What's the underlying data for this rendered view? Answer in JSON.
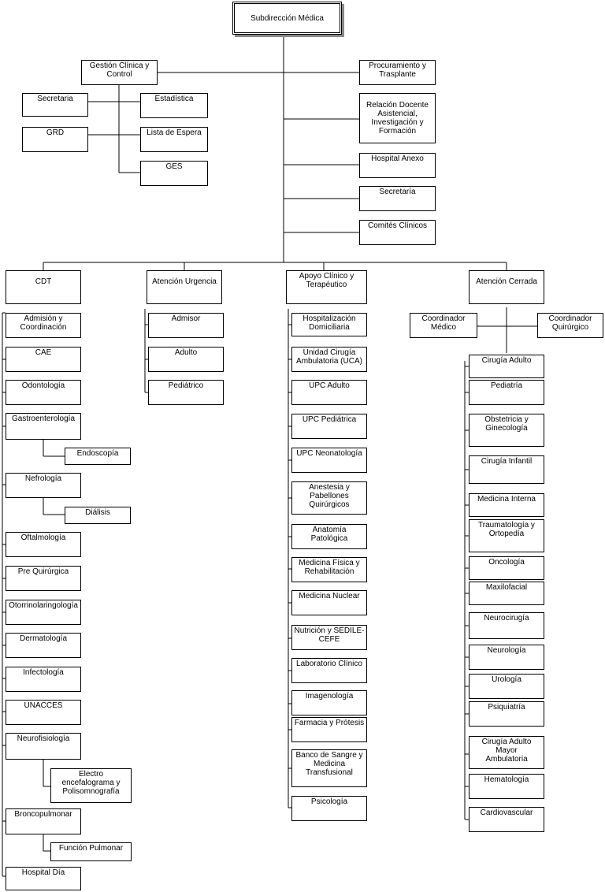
{
  "colors": {
    "line": "#000000",
    "box_border": "#000000",
    "box_fill": "#ffffff",
    "shadow": "#888888"
  },
  "nodes": {
    "root": "Subdirección Médica",
    "gestion": "Gestión Clínica y\nControl",
    "secretaria_gestion": "Secretaria",
    "grd": "GRD",
    "estadistica": "Estadística",
    "lista_espera": "Lista de Espera",
    "ges": "GES",
    "procuramiento": "Procuramiento y\nTrasplante",
    "relacion_docente": "Relación Docente\nAsistencial,\nInvestigación y\nFormación",
    "hospital_anexo": "Hospital Anexo",
    "secretaria": "Secretaría",
    "comites": "Comités Clínicos",
    "cdt": "CDT",
    "atencion_urgencia": "Atención Urgencia",
    "apoyo_clinico": "Apoyo Clínico y\nTerapéutico",
    "atencion_cerrada": "Atención Cerrada",
    "cdt_items": {
      "admision": "Admisión y\nCoordinación",
      "cae": "CAE",
      "odontologia": "Odontología",
      "gastro": "Gastroenterología",
      "endoscopia": "Endoscopía",
      "nefrologia": "Nefrología",
      "dialisis": "Diálisis",
      "oftalmologia": "Oftalmología",
      "pre_quirurgica": "Pre Quirúrgica",
      "otorrino": "Otorrinolaringología",
      "dermatologia": "Dermatología",
      "infectologia": "Infectología",
      "unacces": "UNACCES",
      "neurofisiologia": "Neurofisiología",
      "electro": "Electro\nencefalograma y\nPolisomnografía",
      "broncopulmonar": "Broncopulmonar",
      "funcion_pulmonar": "Función Pulmonar",
      "hospital_dia": "Hospital Día"
    },
    "urgencia_items": {
      "admisor": "Admisor",
      "adulto": "Adulto",
      "pediatrico": "Pediátrico"
    },
    "apoyo_items": {
      "hosp_domiciliaria": "Hospitalización\nDomiciliaria",
      "uca": "Unidad Cirugía\nAmbulatoria (UCA)",
      "upc_adulto": "UPC Adulto",
      "upc_pediatrica": "UPC Pediátrica",
      "upc_neonatologia": "UPC Neonatología",
      "anestesia": "Anestesia y\nPabellones\nQuirúrgicos",
      "anatomia": "Anatomía Patológica",
      "medicina_fisica": "Medicina Física y\nRehabilitación",
      "medicina_nuclear": "Medicina Nuclear",
      "nutricion": "Nutrición y SEDILE-\nCEFE",
      "laboratorio": "Laboratorio Clínico",
      "imagenologia": "Imagenología",
      "farmacia": "Farmacia y Prótesis",
      "banco_sangre": "Banco de Sangre y\nMedicina\nTransfusional",
      "psicologia": "Psicología"
    },
    "cerrada_items": {
      "coord_medico": "Coordinador\nMédico",
      "coord_quirurgico": "Coordinador\nQuirúrgico",
      "cirugia_adulto": "Cirugía Adulto",
      "pediatria": "Pediatría",
      "obstetricia": "Obstetricia y\nGinecología",
      "cirugia_infantil": "Cirugía Infantil",
      "medicina_interna": "Medicina Interna",
      "traumatologia": "Traumatología y\nOrtopedía",
      "oncologia": "Oncología",
      "maxilofacial": "Maxilofacial",
      "neurocirugia": "Neurocirugía",
      "neurologia": "Neurología",
      "urologia": "Urología",
      "psiquiatria": "Psiquiatría",
      "cirugia_mayor_amb": "Cirugía Adulto Mayor\nAmbulatoria",
      "hematologia": "Hematología",
      "cardiovascular": "Cardiovascular"
    }
  }
}
